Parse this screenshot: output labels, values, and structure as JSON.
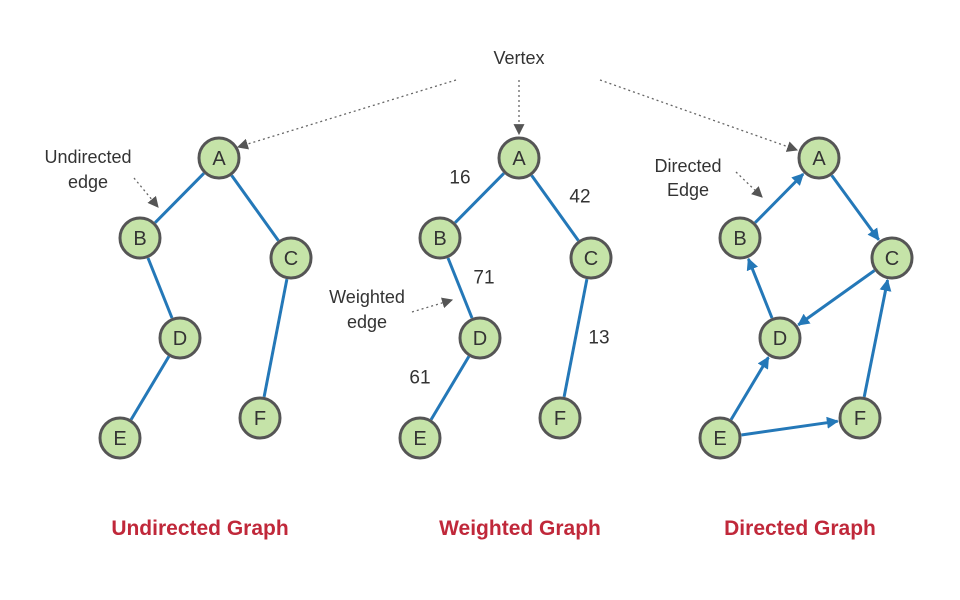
{
  "annotations": {
    "vertex": "Vertex",
    "undirected_edge": [
      "Undirected",
      "edge"
    ],
    "weighted_edge": [
      "Weighted",
      "edge"
    ],
    "directed_edge": [
      "Directed",
      "Edge"
    ]
  },
  "colors": {
    "node_fill": "#c5e3a8",
    "node_stroke": "#555555",
    "edge": "#2478b8",
    "caption": "#c0283a"
  },
  "graphs": [
    {
      "caption": "Undirected Graph",
      "nodes": [
        "A",
        "B",
        "C",
        "D",
        "E",
        "F"
      ],
      "edges": [
        {
          "from": "A",
          "to": "B"
        },
        {
          "from": "A",
          "to": "C"
        },
        {
          "from": "B",
          "to": "D"
        },
        {
          "from": "D",
          "to": "E"
        },
        {
          "from": "C",
          "to": "F"
        }
      ]
    },
    {
      "caption": "Weighted Graph",
      "nodes": [
        "A",
        "B",
        "C",
        "D",
        "E",
        "F"
      ],
      "edges": [
        {
          "from": "A",
          "to": "B",
          "weight": "16"
        },
        {
          "from": "A",
          "to": "C",
          "weight": "42"
        },
        {
          "from": "B",
          "to": "D",
          "weight": "71"
        },
        {
          "from": "D",
          "to": "E",
          "weight": "61"
        },
        {
          "from": "C",
          "to": "F",
          "weight": "13"
        }
      ]
    },
    {
      "caption": "Directed Graph",
      "nodes": [
        "A",
        "B",
        "C",
        "D",
        "E",
        "F"
      ],
      "edges": [
        {
          "from": "B",
          "to": "A"
        },
        {
          "from": "A",
          "to": "C"
        },
        {
          "from": "C",
          "to": "D"
        },
        {
          "from": "D",
          "to": "B"
        },
        {
          "from": "E",
          "to": "D"
        },
        {
          "from": "E",
          "to": "F"
        },
        {
          "from": "F",
          "to": "C"
        }
      ]
    }
  ]
}
